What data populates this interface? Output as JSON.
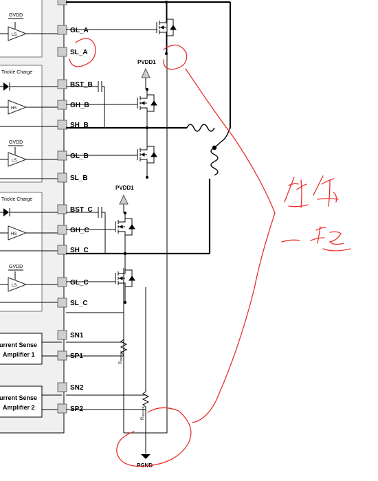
{
  "pins": [
    "GL_A",
    "SL_A",
    "BST_B",
    "GH_B",
    "SH_B",
    "GL_B",
    "SL_B",
    "BST_C",
    "GH_C",
    "SH_C",
    "GL_C",
    "SL_C",
    "SN1",
    "SP1",
    "SN2",
    "SP2"
  ],
  "drivers": [
    "LS",
    "HS",
    "LS",
    "HS",
    "LS"
  ],
  "gvdd": [
    "GVDD",
    "GVDD",
    "GVDD"
  ],
  "trickle": [
    "Trickle Charge",
    "Trickle Charge"
  ],
  "pvdd": [
    "PVDD1",
    "PVDD1"
  ],
  "amplifiers": [
    {
      "line1": "urrent Sense",
      "line2": "Amplifier 1"
    },
    {
      "line1": "urrent Sense",
      "line2": "Amplifier 2"
    }
  ],
  "rsense": {
    "main": "R",
    "sub": "SENSE"
  },
  "pgnd": "PGND",
  "annotation": [
    "连在",
    "一起"
  ]
}
